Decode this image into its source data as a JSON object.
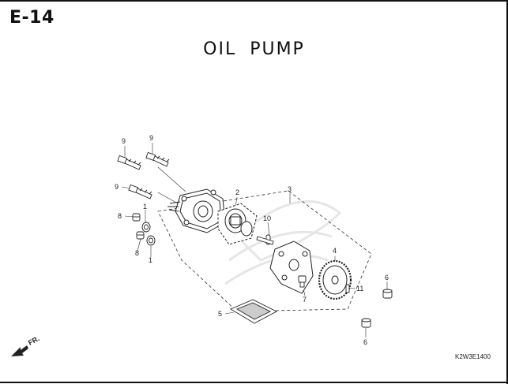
{
  "header": {
    "section_code": "E-14",
    "title": "OIL PUMP"
  },
  "footer": {
    "part_code": "K2W3E1400",
    "direction_label": "FR."
  },
  "callouts": [
    {
      "id": "c9a",
      "text": "9"
    },
    {
      "id": "c9b",
      "text": "9"
    },
    {
      "id": "c9c",
      "text": "9"
    },
    {
      "id": "c2",
      "text": "2"
    },
    {
      "id": "c3",
      "text": "3"
    },
    {
      "id": "c1a",
      "text": "1"
    },
    {
      "id": "c8a",
      "text": "8"
    },
    {
      "id": "c10",
      "text": "10"
    },
    {
      "id": "c8b",
      "text": "8"
    },
    {
      "id": "c1b",
      "text": "1"
    },
    {
      "id": "c4",
      "text": "4"
    },
    {
      "id": "c6a",
      "text": "6"
    },
    {
      "id": "c11",
      "text": "11"
    },
    {
      "id": "c7",
      "text": "7"
    },
    {
      "id": "c5",
      "text": "5"
    },
    {
      "id": "c6b",
      "text": "6"
    }
  ]
}
